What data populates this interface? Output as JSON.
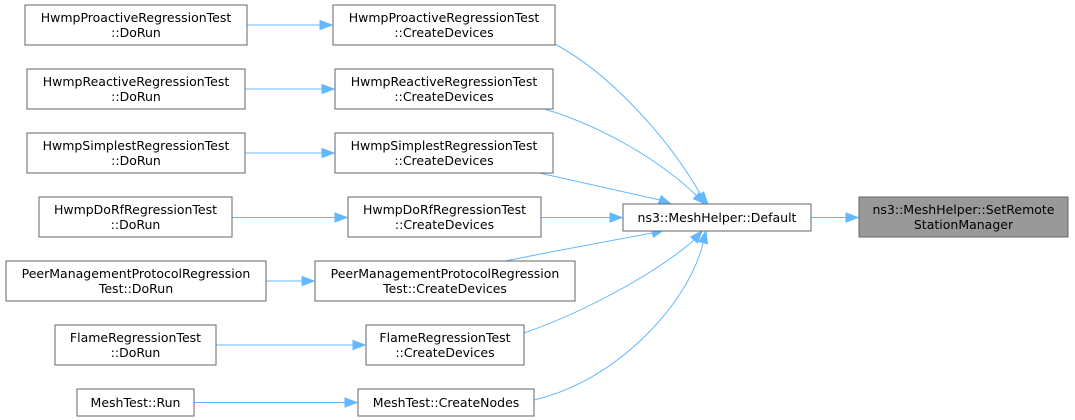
{
  "graph": {
    "nodes": {
      "target": {
        "lines": [
          "ns3::MeshHelper::SetRemote",
          "StationManager"
        ],
        "highlight": true
      },
      "default": {
        "lines": [
          "ns3::MeshHelper::Default"
        ]
      },
      "proactive_create": {
        "lines": [
          "HwmpProactiveRegressionTest",
          "::CreateDevices"
        ]
      },
      "reactive_create": {
        "lines": [
          "HwmpReactiveRegressionTest",
          "::CreateDevices"
        ]
      },
      "simplest_create": {
        "lines": [
          "HwmpSimplestRegressionTest",
          "::CreateDevices"
        ]
      },
      "dorf_create": {
        "lines": [
          "HwmpDoRfRegressionTest",
          "::CreateDevices"
        ]
      },
      "peer_create": {
        "lines": [
          "PeerManagementProtocolRegression",
          "Test::CreateDevices"
        ]
      },
      "flame_create": {
        "lines": [
          "FlameRegressionTest",
          "::CreateDevices"
        ]
      },
      "mesh_createnodes": {
        "lines": [
          "MeshTest::CreateNodes"
        ]
      },
      "proactive_dorun": {
        "lines": [
          "HwmpProactiveRegressionTest",
          "::DoRun"
        ]
      },
      "reactive_dorun": {
        "lines": [
          "HwmpReactiveRegressionTest",
          "::DoRun"
        ]
      },
      "simplest_dorun": {
        "lines": [
          "HwmpSimplestRegressionTest",
          "::DoRun"
        ]
      },
      "dorf_dorun": {
        "lines": [
          "HwmpDoRfRegressionTest",
          "::DoRun"
        ]
      },
      "peer_dorun": {
        "lines": [
          "PeerManagementProtocolRegression",
          "Test::DoRun"
        ]
      },
      "flame_dorun": {
        "lines": [
          "FlameRegressionTest",
          "::DoRun"
        ]
      },
      "mesh_run": {
        "lines": [
          "MeshTest::Run"
        ]
      }
    },
    "edges": [
      {
        "from": "default",
        "to": "target"
      },
      {
        "from": "proactive_create",
        "to": "default"
      },
      {
        "from": "reactive_create",
        "to": "default"
      },
      {
        "from": "simplest_create",
        "to": "default"
      },
      {
        "from": "dorf_create",
        "to": "default"
      },
      {
        "from": "peer_create",
        "to": "default"
      },
      {
        "from": "flame_create",
        "to": "default"
      },
      {
        "from": "mesh_createnodes",
        "to": "default"
      },
      {
        "from": "proactive_dorun",
        "to": "proactive_create"
      },
      {
        "from": "reactive_dorun",
        "to": "reactive_create"
      },
      {
        "from": "simplest_dorun",
        "to": "simplest_create"
      },
      {
        "from": "dorf_dorun",
        "to": "dorf_create"
      },
      {
        "from": "peer_dorun",
        "to": "peer_create"
      },
      {
        "from": "flame_dorun",
        "to": "flame_create"
      },
      {
        "from": "mesh_run",
        "to": "mesh_createnodes"
      }
    ],
    "colors": {
      "edge": "#63b8ff",
      "node_border": "#666666",
      "highlight_fill": "#999999"
    }
  }
}
